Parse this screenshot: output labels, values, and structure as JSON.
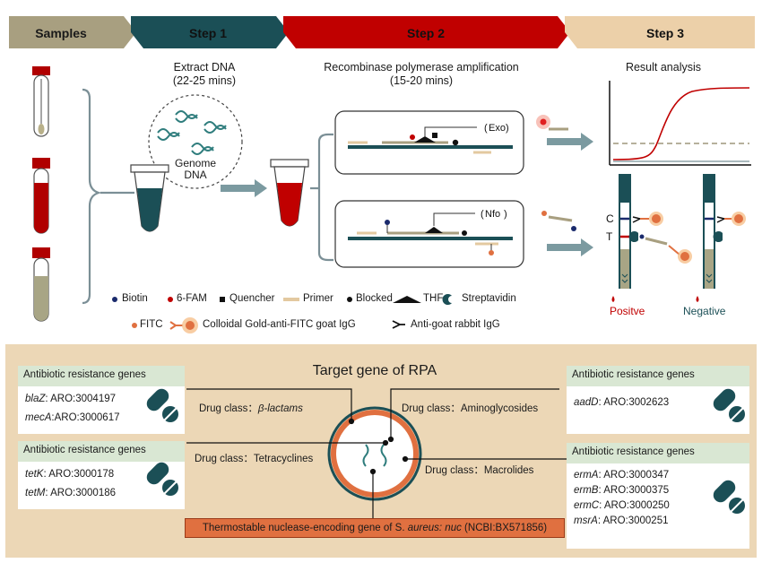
{
  "steps": {
    "samples": "Samples",
    "step1": "Step 1",
    "step2": "Step 2",
    "step3": "Step 3"
  },
  "step1": {
    "title_line1": "Extract  DNA",
    "title_line2": "(22-25 mins)",
    "genome_line1": "Genome",
    "genome_line2": "DNA"
  },
  "step2": {
    "title_line1": "Recombinase polymerase amplification",
    "title_line2": "(15-20 mins)",
    "exo_label": "Exo",
    "nfo_label": "Nfo"
  },
  "step3": {
    "title": "Result analysis",
    "control_label": "C",
    "test_label": "T",
    "positive": "Positve",
    "negative": "Negative"
  },
  "legend": {
    "biotin": "Biotin",
    "fam": "6-FAM",
    "quencher": "Quencher",
    "primer": "Primer",
    "blocked": "Blocked",
    "thf": "THF",
    "streptavidin": "Streptavidin",
    "fitc": "FITC",
    "gold": "Colloidal Gold-anti-FITC goat IgG",
    "antigoat": "Anti-goat rabbit IgG"
  },
  "target": {
    "title": "Target gene of RPA",
    "nuc_prefix": "Thermostable nuclease-encoding gene of S. ",
    "nuc_italic": "aureus: nuc",
    "nuc_suffix": " (NCBI:BX571856)",
    "classes": {
      "beta_prefix": "Drug class：",
      "beta_name": "β-lactams",
      "tetra": "Drug class：Tetracyclines",
      "amino": "Drug class：Aminoglycosides",
      "macro": "Drug class：Macrolides"
    },
    "boxes": {
      "heading": "Antibiotic resistance genes",
      "beta_lactam": [
        {
          "gene": "blaZ",
          "aro": ": ARO:3004197"
        },
        {
          "gene": "mecA",
          "aro": ":ARO:3000617"
        }
      ],
      "tetracycline": [
        {
          "gene": "tetK",
          "aro": ": ARO:3000178"
        },
        {
          "gene": "tetM",
          "aro": ": ARO:3000186"
        }
      ],
      "aminoglycoside": [
        {
          "gene": "aadD",
          "aro": ": ARO:3002623"
        }
      ],
      "macrolide": [
        {
          "gene": "ermA",
          "aro": ": ARO:3000347"
        },
        {
          "gene": "ermB",
          "aro": ": ARO:3000375"
        },
        {
          "gene": "ermC",
          "aro": ": ARO:3000250"
        },
        {
          "gene": "msrA",
          "aro": ": ARO:3000251"
        }
      ]
    }
  },
  "colors": {
    "samples": "#a89f80",
    "step1": "#1b4f56",
    "step2": "#c00000",
    "step3": "#ecd0a9",
    "panel_bg": "#ecd7b6",
    "gene_head": "#d9e7d3",
    "orange": "#e07040",
    "dark_teal": "#1b4f56",
    "blood": "#b00000"
  }
}
